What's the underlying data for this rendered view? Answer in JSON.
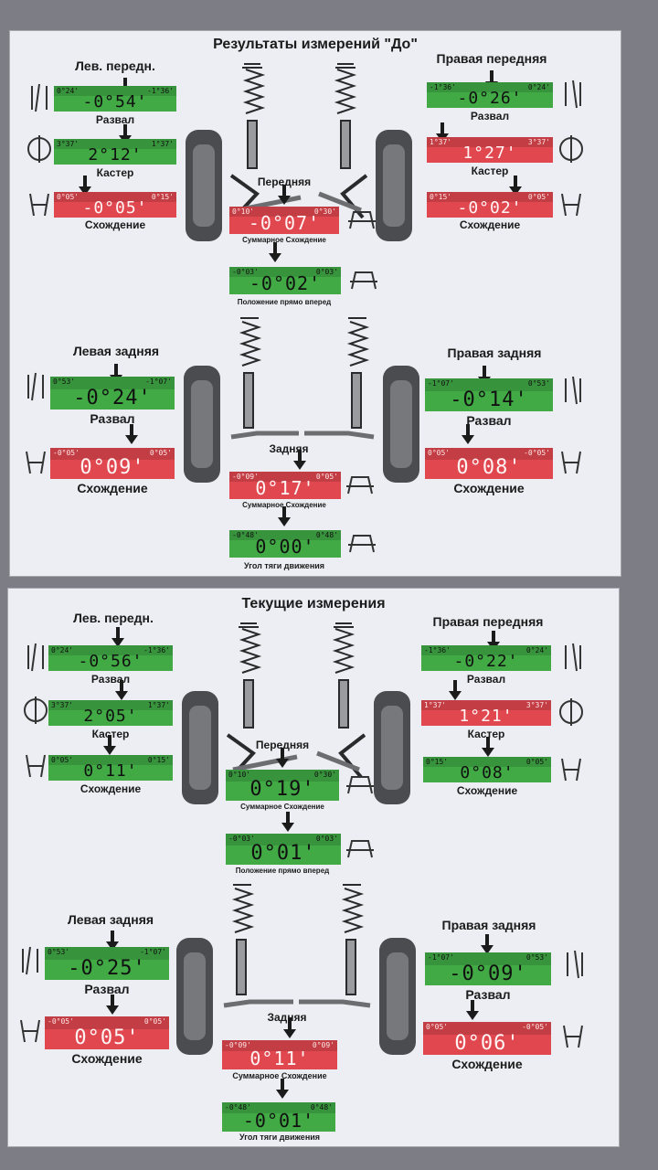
{
  "sections": [
    {
      "title": "Результаты измерений \"До\"",
      "left_front": {
        "label": "Лев. передн.",
        "camber": {
          "range_left": "0°24'",
          "value": "-0°54'",
          "range_right": "-1°36'",
          "caption": "Развал"
        },
        "caster": {
          "range_left": "3°37'",
          "value": "2°12'",
          "range_right": "1°37'",
          "caption": "Кастер"
        },
        "toe": {
          "range_left": "0°05'",
          "value": "-0°05'",
          "range_right": "0°15'",
          "caption": "Схождение"
        }
      },
      "right_front": {
        "label": "Правая передняя",
        "camber": {
          "range_left": "-1°36'",
          "value": "-0°26'",
          "range_right": "0°24'",
          "caption": "Развал"
        },
        "caster": {
          "range_left": "1°37'",
          "value": "1°27'",
          "range_right": "3°37'",
          "caption": "Кастер"
        },
        "toe": {
          "range_left": "0°15'",
          "value": "-0°02'",
          "range_right": "0°05'",
          "caption": "Схождение"
        }
      },
      "front": {
        "label": "Передняя",
        "total_toe": {
          "range_left": "0°10'",
          "value": "-0°07'",
          "range_right": "0°30'",
          "caption": "Суммарное Схождение"
        },
        "straight_ahead": {
          "range_left": "-0°03'",
          "value": "-0°02'",
          "range_right": "0°03'",
          "caption": "Положение прямо вперед"
        }
      },
      "left_rear": {
        "label": "Левая задняя",
        "camber": {
          "range_left": "0°53'",
          "value": "-0°24'",
          "range_right": "-1°07'",
          "caption": "Развал"
        },
        "toe": {
          "range_left": "-0°05'",
          "value": "0°09'",
          "range_right": "0°05'",
          "caption": "Схождение"
        }
      },
      "right_rear": {
        "label": "Правая задняя",
        "camber": {
          "range_left": "-1°07'",
          "value": "-0°14'",
          "range_right": "0°53'",
          "caption": "Развал"
        },
        "toe": {
          "range_left": "0°05'",
          "value": "0°08'",
          "range_right": "-0°05'",
          "caption": "Схождение"
        }
      },
      "rear": {
        "label": "Задняя",
        "total_toe": {
          "range_left": "-0°09'",
          "value": "0°17'",
          "range_right": "0°05'",
          "caption": "Суммарное Схождение"
        },
        "thrust": {
          "range_left": "-0°48'",
          "value": "0°00'",
          "range_right": "0°48'",
          "caption": "Угол тяги движения"
        }
      }
    },
    {
      "title": "Текущие измерения",
      "left_front": {
        "label": "Лев. передн.",
        "camber": {
          "range_left": "0°24'",
          "value": "-0°56'",
          "range_right": "-1°36'",
          "caption": "Развал"
        },
        "caster": {
          "range_left": "3°37'",
          "value": "2°05'",
          "range_right": "1°37'",
          "caption": "Кастер"
        },
        "toe": {
          "range_left": "0°05'",
          "value": "0°11'",
          "range_right": "0°15'",
          "caption": "Схождение"
        }
      },
      "right_front": {
        "label": "Правая передняя",
        "camber": {
          "range_left": "-1°36'",
          "value": "-0°22'",
          "range_right": "0°24'",
          "caption": "Развал"
        },
        "caster": {
          "range_left": "1°37'",
          "value": "1°21'",
          "range_right": "3°37'",
          "caption": "Кастер"
        },
        "toe": {
          "range_left": "0°15'",
          "value": "0°08'",
          "range_right": "0°05'",
          "caption": "Схождение"
        }
      },
      "front": {
        "label": "Передняя",
        "total_toe": {
          "range_left": "0°10'",
          "value": "0°19'",
          "range_right": "0°30'",
          "caption": "Суммарное Схождение"
        },
        "straight_ahead": {
          "range_left": "-0°03'",
          "value": "0°01'",
          "range_right": "0°03'",
          "caption": "Положение прямо вперед"
        }
      },
      "left_rear": {
        "label": "Левая задняя",
        "camber": {
          "range_left": "0°53'",
          "value": "-0°25'",
          "range_right": "-1°07'",
          "caption": "Развал"
        },
        "toe": {
          "range_left": "-0°05'",
          "value": "0°05'",
          "range_right": "0°05'",
          "caption": "Схождение"
        }
      },
      "right_rear": {
        "label": "Правая задняя",
        "camber": {
          "range_left": "-1°07'",
          "value": "-0°09'",
          "range_right": "0°53'",
          "caption": "Развал"
        },
        "toe": {
          "range_left": "0°05'",
          "value": "0°06'",
          "range_right": "-0°05'",
          "caption": "Схождение"
        }
      },
      "rear": {
        "label": "Задняя",
        "total_toe": {
          "range_left": "-0°09'",
          "value": "0°11'",
          "range_right": "0°09'",
          "caption": "Суммарное Схождение"
        },
        "thrust": {
          "range_left": "-0°48'",
          "value": "-0°01'",
          "range_right": "0°48'",
          "caption": "Угол тяги движения"
        }
      }
    }
  ],
  "colors": {
    "in_spec": "#41aa45",
    "out_of_spec": "#e0474f",
    "panel": "#eceef3",
    "text": "#1b1b1b"
  },
  "icons": [
    "camber-wheel-icon",
    "caster-wheel-icon",
    "toe-wheel-icon",
    "car-front-icon",
    "car-rear-icon",
    "suspension-strut-icon",
    "tire-icon"
  ]
}
